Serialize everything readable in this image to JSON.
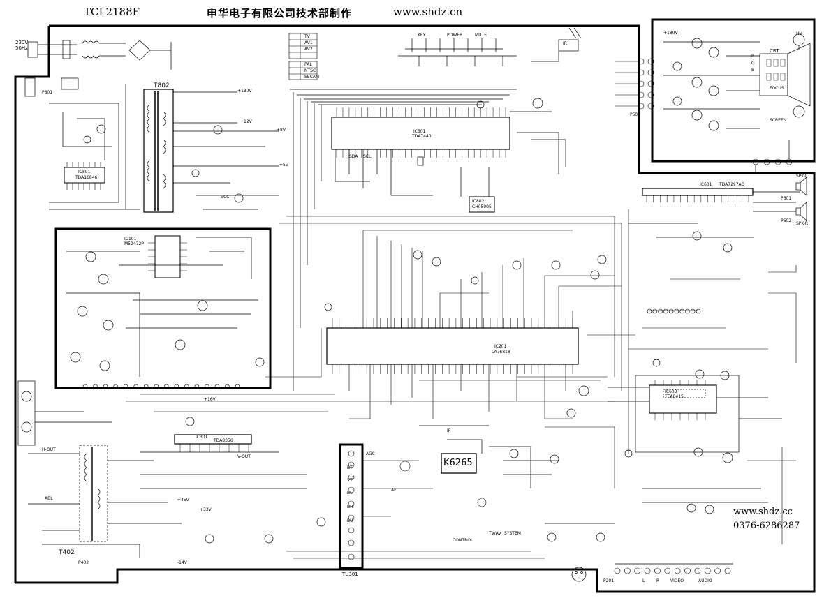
{
  "header": {
    "model": "TCL2188F",
    "company": "申华电子有限公司技术部制作",
    "website": "www.shdz.cn"
  },
  "footer": {
    "website": "www.shdz.cc",
    "phone": "0376-6286287"
  },
  "labels": {
    "mains_voltage": "230V",
    "mains_freq": "50Hz",
    "t802": "T802",
    "t402": "T402",
    "tu301": "TU301",
    "crt": "CRT",
    "k6265": "K6265",
    "ic801_ref": "IC801",
    "ic801_part": "TDA16846",
    "ic201_ref": "IC201",
    "ic201_part": "LA76818",
    "ic301_ref": "IC301",
    "ic301_part": "TDA8356",
    "ic601_ref": "IC601",
    "ic601_part": "TDA7297AQ",
    "ic603_ref": "IC603",
    "ic603_part": "TEA6415",
    "ic802_ref": "IC802",
    "ic802_part": "CH05005",
    "ic101_ref": "IC101",
    "ic101_part": "M52472P",
    "ic501_ref": "IC501",
    "ic501_part": "TDA7440",
    "p501": "P501",
    "p601": "P601",
    "p602": "P602",
    "p201": "P201",
    "p402": "P402",
    "p801": "P801",
    "plus130v": "+130V",
    "plus12v": "+12V",
    "plus8v": "+8V",
    "plus5v": "+5V",
    "plus33v": "+33V",
    "plus16v": "+16V",
    "plus45v": "+45V",
    "minus14v": "-14V",
    "plus180v": "+180V",
    "vcc": "VCC",
    "hv": "HV",
    "focus": "FOCUS",
    "screen": "SCREEN",
    "abl": "ABL",
    "hvout": "H-OUT",
    "vout": "V-OUT",
    "sda": "SDA",
    "scl": "SCL",
    "key": "KEY",
    "ir": "IR",
    "power": "POWER",
    "mute": "MUTE",
    "af": "AF",
    "if_in": "IF",
    "agc": "AGC",
    "bt": "BT",
    "vt": "VT",
    "bl": "BL",
    "bh": "BH",
    "bu": "BU",
    "sw_tv": "TV",
    "sw_av1": "AV1",
    "sw_av2": "AV2",
    "sw_pal": "PAL",
    "sw_ntsc": "NTSC",
    "sw_secam": "SECAM",
    "table_ref": "CONTROL",
    "table_col1": "TV/AV",
    "table_col2": "SYSTEM",
    "r_out": "R",
    "g_out": "G",
    "b_out": "B",
    "l_in": "L",
    "r_in": "R",
    "video_in": "VIDEO",
    "audio_in": "AUDIO",
    "spk_l": "SPK-L",
    "spk_r": "SPK-R"
  },
  "colors": {
    "ink": "#000000",
    "paper": "#ffffff"
  }
}
